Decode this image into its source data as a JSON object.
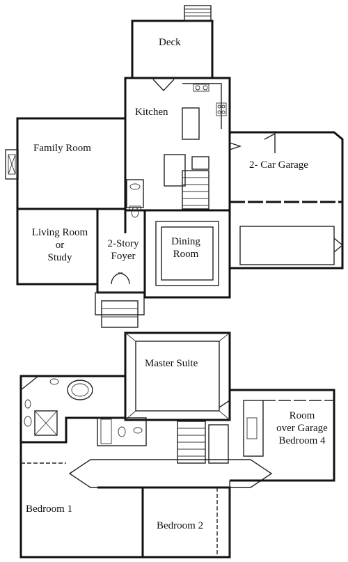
{
  "floor1": {
    "deck": "Deck",
    "kitchen": "Kitchen",
    "family_room": "Family Room",
    "garage": "2- Car Garage",
    "living_room": [
      "Living Room",
      "or",
      "Study"
    ],
    "foyer": [
      "2-Story",
      "Foyer"
    ],
    "dining_room": [
      "Dining",
      "Room"
    ]
  },
  "floor2": {
    "master_suite": "Master Suite",
    "room_over_garage": [
      "Room",
      "over Garage",
      "Bedroom 4"
    ],
    "bedroom1": "Bedroom 1",
    "bedroom2": "Bedroom 2"
  },
  "colors": {
    "ink": "#111111",
    "paper": "#ffffff"
  }
}
